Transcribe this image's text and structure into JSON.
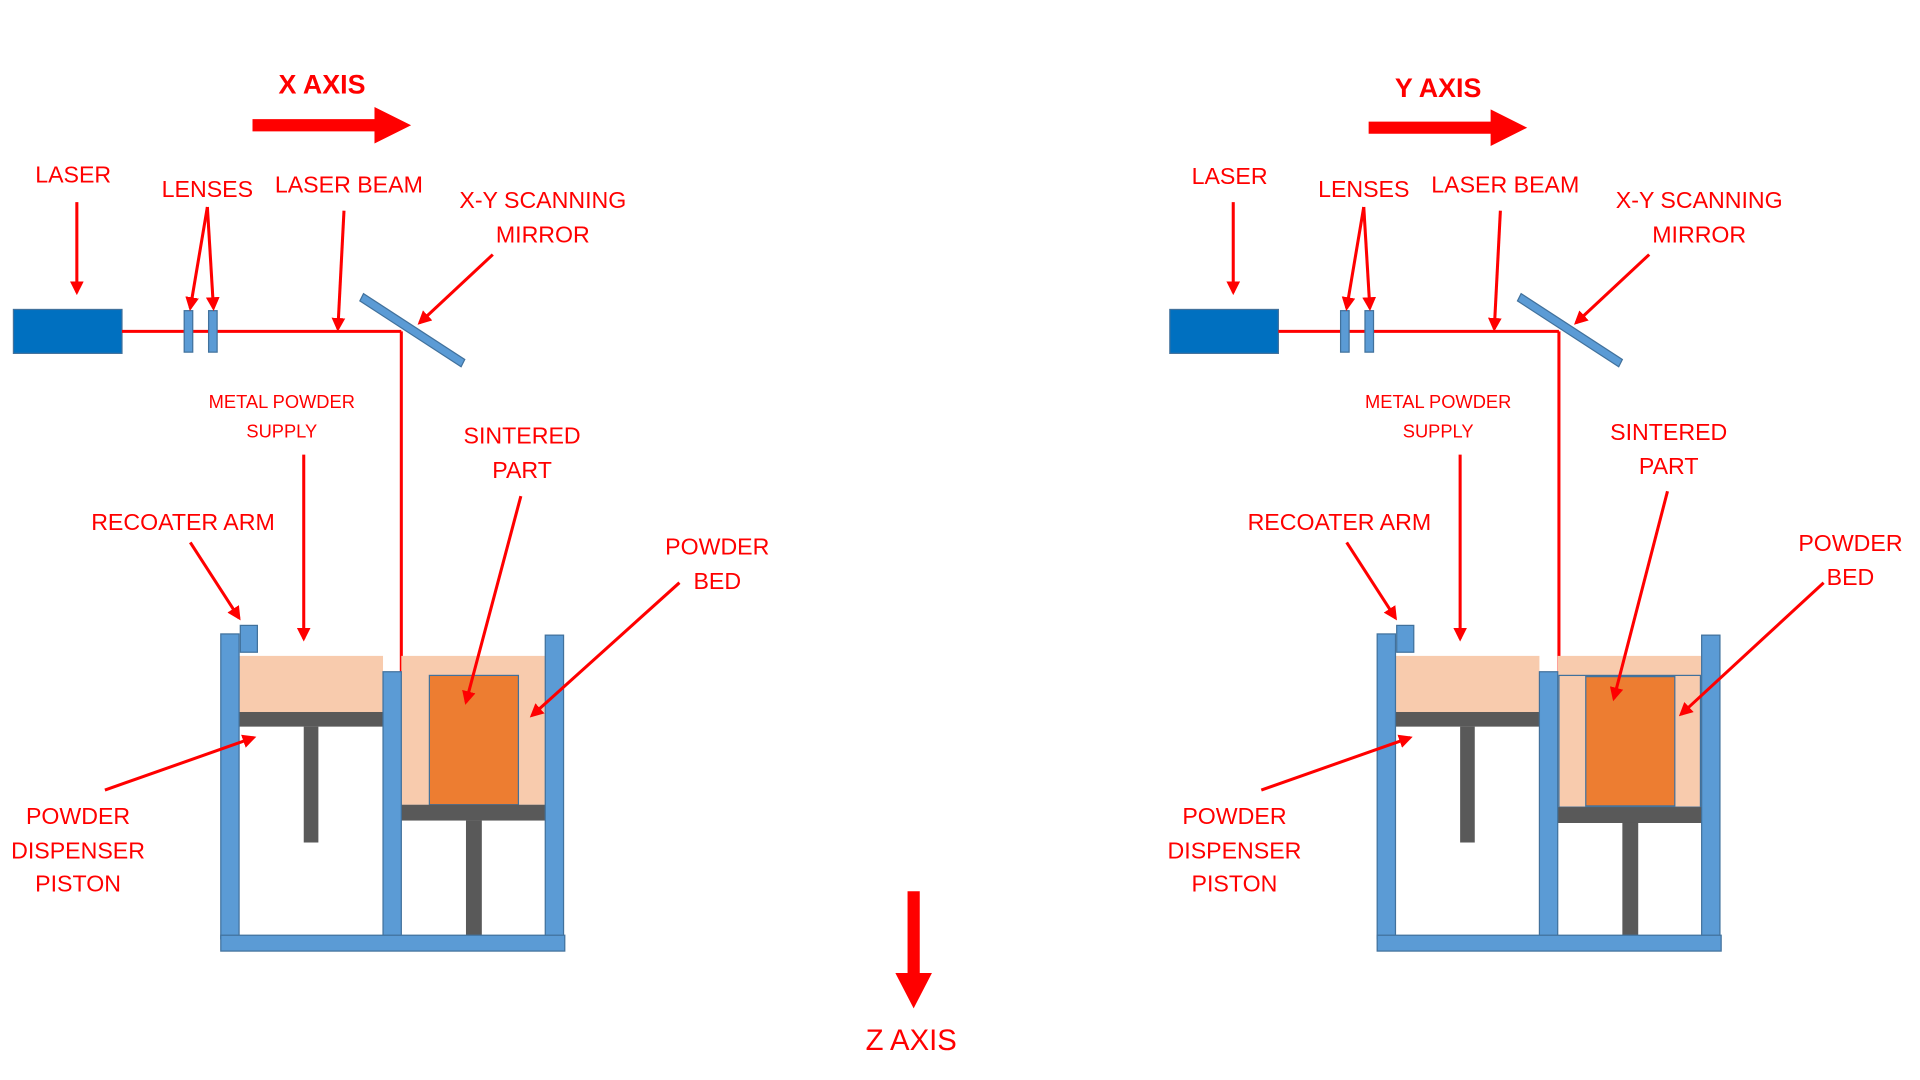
{
  "colors": {
    "label": "#ff0000",
    "beam": "#ff0000",
    "frame_fill": "#5b9bd5",
    "frame_stroke": "#41719c",
    "laser_fill": "#0070c0",
    "powder": "#f8cbad",
    "part": "#ed7d31",
    "part_stroke": "#41719c",
    "piston": "#595959"
  },
  "left_panel": {
    "axis_label": "X AXIS",
    "laser": "LASER",
    "lenses": "LENSES",
    "laser_beam": "LASER BEAM",
    "mirror_line1": "X-Y SCANNING",
    "mirror_line2": "MIRROR",
    "powder_supply_line1": "METAL POWDER",
    "powder_supply_line2": "SUPPLY",
    "sintered_line1": "SINTERED",
    "sintered_line2": "PART",
    "recoater": "RECOATER ARM",
    "powder_bed_line1": "POWDER",
    "powder_bed_line2": "BED",
    "dispenser_line1": "POWDER",
    "dispenser_line2": "DISPENSER",
    "dispenser_line3": "PISTON"
  },
  "right_panel": {
    "axis_label": "Y AXIS",
    "laser": "LASER",
    "lenses": "LENSES",
    "laser_beam": "LASER BEAM",
    "mirror_line1": "X-Y SCANNING",
    "mirror_line2": "MIRROR",
    "powder_supply_line1": "METAL POWDER",
    "powder_supply_line2": "SUPPLY",
    "sintered_line1": "SINTERED",
    "sintered_line2": "PART",
    "recoater": "RECOATER ARM",
    "powder_bed_line1": "POWDER",
    "powder_bed_line2": "BED",
    "dispenser_line1": "POWDER",
    "dispenser_line2": "DISPENSER",
    "dispenser_line3": "PISTON"
  },
  "z_axis_label": "Z AXIS"
}
